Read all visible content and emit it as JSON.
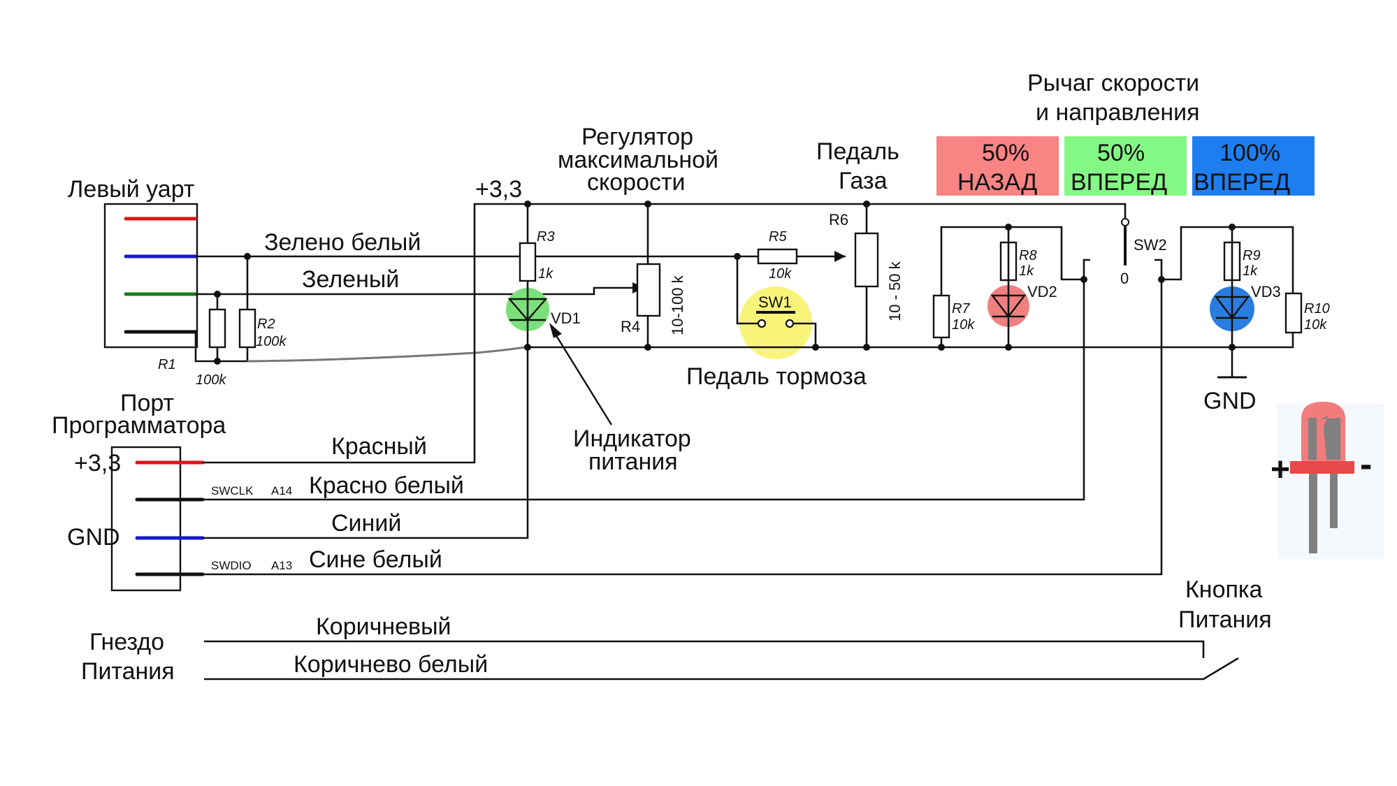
{
  "diagram": {
    "title_blocks": {
      "left_uart": "Левый уарт",
      "programmer_port_line1": "Порт",
      "programmer_port_line2": "Программатора",
      "speed_regulator_line1": "Регулятор",
      "speed_regulator_line2": "максимальной",
      "speed_regulator_line3": "скорости",
      "gas_pedal_line1": "Педаль",
      "gas_pedal_line2": "Газа",
      "lever_line1": "Рычаг скорости",
      "lever_line2": "и направления",
      "brake_pedal": "Педаль тормоза",
      "power_indicator_line1": "Индикатор",
      "power_indicator_line2": "питания",
      "power_socket_line1": "Гнездо",
      "power_socket_line2": "Питания",
      "power_button_line1": "Кнопка",
      "power_button_line2": "Питания",
      "gnd_right": "GND",
      "supply": "+3,3"
    },
    "wires": {
      "green_white": "Зелено белый",
      "green": "Зеленый",
      "red": "Красный",
      "red_white": "Красно белый",
      "blue": "Синий",
      "blue_white": "Сине белый",
      "brown": "Коричневый",
      "brown_white": "Коричнево белый"
    },
    "programmer_pins": {
      "vcc": "+3,3",
      "gnd": "GND",
      "swclk": "SWCLK",
      "swclk_pin": "A14",
      "swdio": "SWDIO",
      "swdio_pin": "A13"
    },
    "components": {
      "R1": {
        "name": "R1",
        "value": "100k"
      },
      "R2": {
        "name": "R2",
        "value": "100k"
      },
      "R3": {
        "name": "R3",
        "value": "1k"
      },
      "R4": {
        "name": "R4",
        "value": "10-100 k"
      },
      "R5": {
        "name": "R5",
        "value": "10k"
      },
      "R6": {
        "name": "R6",
        "value": "10 - 50 k"
      },
      "R7": {
        "name": "R7",
        "value": "10k"
      },
      "R8": {
        "name": "R8",
        "value": "1k"
      },
      "R9": {
        "name": "R9",
        "value": "1k"
      },
      "R10": {
        "name": "R10",
        "value": "10k"
      },
      "VD1": {
        "name": "VD1"
      },
      "VD2": {
        "name": "VD2"
      },
      "VD3": {
        "name": "VD3"
      },
      "SW1": {
        "name": "SW1"
      },
      "SW2": {
        "name": "SW2",
        "position_label": "0"
      }
    },
    "modes": [
      {
        "percent": "50%",
        "direction": "НАЗАД",
        "color": "#f88484"
      },
      {
        "percent": "50%",
        "direction": "ВПЕРЕД",
        "color": "#84f884"
      },
      {
        "percent": "100%",
        "direction": "ВПЕРЕД",
        "color": "#1e7ef0"
      }
    ],
    "colors": {
      "vd1_glow": "#7be07b",
      "vd2_glow": "#f08080",
      "vd3_glow": "#2a7de0",
      "sw1_glow": "#f8f47a",
      "wire_red": "#d81818",
      "wire_blue": "#1818c8",
      "wire_green": "#1a7a1a",
      "led_body": "#f27c7c"
    },
    "led_legend": {
      "plus": "+",
      "minus": "-"
    }
  }
}
